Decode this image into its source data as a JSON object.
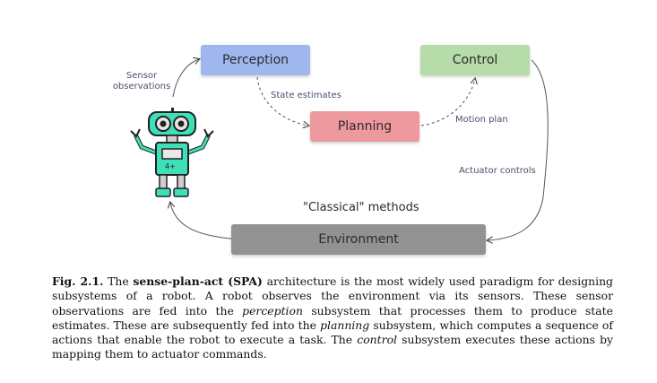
{
  "diagram": {
    "nodes": {
      "perception": {
        "label": "Perception",
        "color": "#9fb7ee"
      },
      "control": {
        "label": "Control",
        "color": "#b6dca9"
      },
      "planning": {
        "label": "Planning",
        "color": "#ee999e"
      },
      "environment": {
        "label": "Environment",
        "color": "#929292"
      }
    },
    "edge_labels": {
      "sensor": "Sensor observations",
      "state": "State estimates",
      "motion": "Motion plan",
      "actuator": "Actuator controls"
    },
    "group_label": "\"Classical\" methods",
    "robot": {
      "icon": "robot-icon",
      "body_color": "#3ee0b9",
      "chest_text": "4+"
    }
  },
  "caption": {
    "fig_label": "Fig. 2.1.",
    "t1": "The",
    "bold_term": "sense-plan-act (SPA)",
    "t2": "architecture is the most widely used paradigm for designing subsystems of a robot. A robot observes the environment via its sensors. These sensor observations are fed into the",
    "em1": "perception",
    "t3": "subsystem that processes them to produce state estimates. These are subsequently fed into the",
    "em2": "planning",
    "t4": "subsystem, which computes a sequence of actions that enable the robot to execute a task. The",
    "em3": "control",
    "t5": "subsystem executes these actions by mapping them to actuator commands."
  }
}
